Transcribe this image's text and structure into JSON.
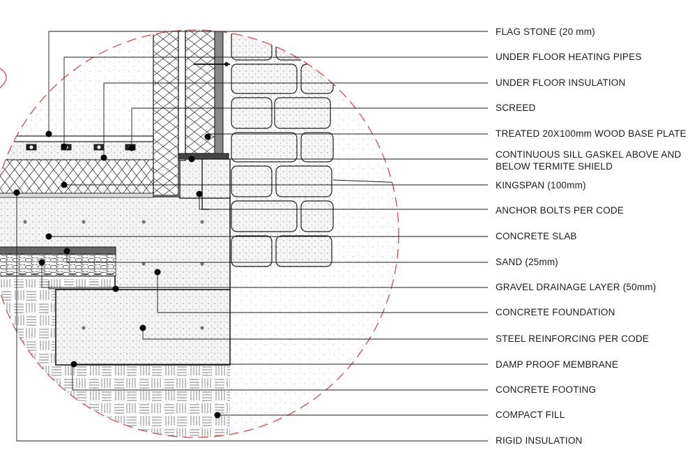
{
  "labels": [
    {
      "id": "flag-stone",
      "text": "FLAG STONE (20 mm)"
    },
    {
      "id": "under-floor-heating-pipes",
      "text": "UNDER FLOOR HEATING PIPES"
    },
    {
      "id": "under-floor-insulation",
      "text": "UNDER FLOOR INSULATION"
    },
    {
      "id": "screed",
      "text": "SCREED"
    },
    {
      "id": "wood-base-plate",
      "text": "TREATED 20X100mm WOOD BASE PLATE"
    },
    {
      "id": "sill-gasket",
      "text": "CONTINUOUS SILL GASKEL ABOVE AND BELOW TERMITE SHIELD"
    },
    {
      "id": "kingspan",
      "text": "KINGSPAN (100mm)"
    },
    {
      "id": "anchor-bolts",
      "text": "ANCHOR BOLTS PER CODE"
    },
    {
      "id": "concrete-slab",
      "text": "CONCRETE SLAB"
    },
    {
      "id": "sand",
      "text": "SAND (25mm)"
    },
    {
      "id": "gravel-drainage-layer",
      "text": "GRAVEL DRAINAGE LAYER (50mm)"
    },
    {
      "id": "concrete-foundation",
      "text": "CONCRETE FOUNDATION"
    },
    {
      "id": "steel-reinforcing",
      "text": "STEEL REINFORCING PER CODE"
    },
    {
      "id": "damp-proof-membrane",
      "text": "DAMP PROOF MEMBRANE"
    },
    {
      "id": "concrete-footing",
      "text": "CONCRETE FOOTING"
    },
    {
      "id": "compact-fill",
      "text": "COMPACT FILL"
    },
    {
      "id": "rigid-insulation",
      "text": "RIGID INSULATION"
    }
  ],
  "colors": {
    "line": "#1a1a1a",
    "dash_circle": "#c8504a",
    "concrete": "#f2f2f2",
    "fill_stipple": "#ffffff"
  }
}
